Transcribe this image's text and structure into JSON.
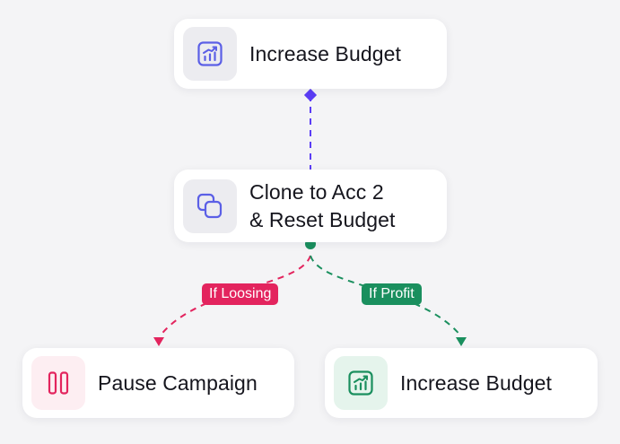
{
  "nodes": {
    "top": {
      "label": "Increase Budget",
      "icon": "trending-up-chart-icon"
    },
    "middle": {
      "line1": "Clone to Acc 2",
      "line2": "& Reset Budget",
      "icon": "clone-icon"
    },
    "left": {
      "label": "Pause Campaign",
      "icon": "pause-icon"
    },
    "right": {
      "label": "Increase Budget",
      "icon": "trending-up-chart-icon"
    }
  },
  "branches": {
    "left_condition": "If Loosing",
    "right_condition": "If Profit"
  },
  "colors": {
    "purple": "#5b3df5",
    "indigo_icon": "#5b5fe6",
    "pink": "#e3245e",
    "green": "#1a8f5e",
    "icon_bg_gray": "#ececf0",
    "icon_bg_pink": "#fdeef2",
    "icon_bg_green": "#e5f4ec"
  }
}
